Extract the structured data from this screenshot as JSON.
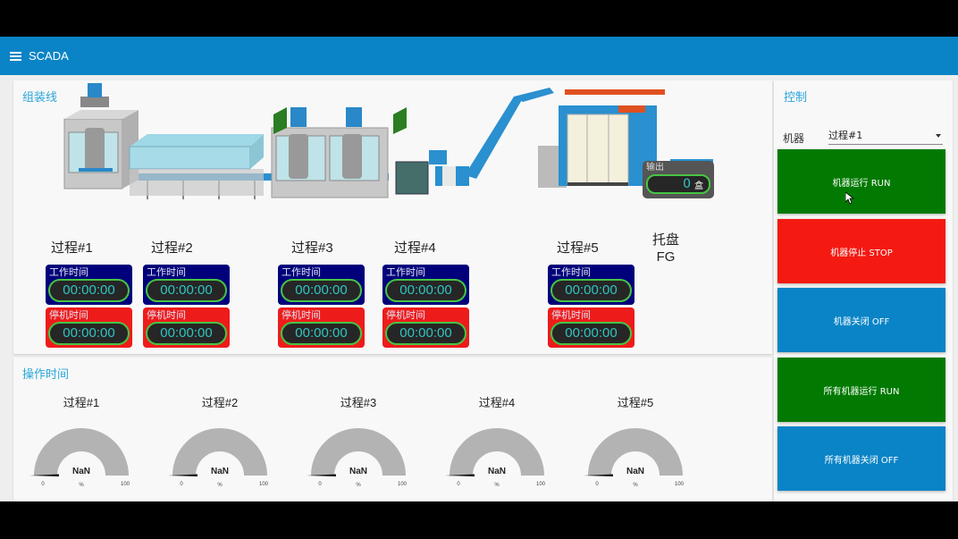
{
  "app": {
    "title": "SCADA",
    "menu_icon": "hamburger-icon"
  },
  "assembly_line": {
    "title": "组装线",
    "processes": [
      {
        "label": "过程#1",
        "work_label": "工作时间",
        "work_time": "00:00:00",
        "stop_label": "停机时间",
        "stop_time": "00:00:00"
      },
      {
        "label": "过程#2",
        "work_label": "工作时间",
        "work_time": "00:00:00",
        "stop_label": "停机时间",
        "stop_time": "00:00:00"
      },
      {
        "label": "过程#3",
        "work_label": "工作时间",
        "work_time": "00:00:00",
        "stop_label": "停机时间",
        "stop_time": "00:00:00"
      },
      {
        "label": "过程#4",
        "work_label": "工作时间",
        "work_time": "00:00:00",
        "stop_label": "停机时间",
        "stop_time": "00:00:00"
      },
      {
        "label": "过程#5",
        "work_label": "工作时间",
        "work_time": "00:00:00",
        "stop_label": "停机时间",
        "stop_time": "00:00:00"
      }
    ],
    "output": {
      "label": "输出",
      "value": "0",
      "unit": "盒"
    },
    "pallet": {
      "line1": "托盘",
      "line2": "FG"
    },
    "colors": {
      "work": "#00007a",
      "stop": "#ee1b1b",
      "timer_text": "#2fc6c2",
      "timer_border": "#47c444"
    }
  },
  "operation_time": {
    "title": "操作时间",
    "gauges": [
      {
        "label": "过程#1",
        "value": "NaN",
        "unit": "%",
        "min": "0",
        "max": "100",
        "fraction": 0
      },
      {
        "label": "过程#2",
        "value": "NaN",
        "unit": "%",
        "min": "0",
        "max": "100",
        "fraction": 0
      },
      {
        "label": "过程#3",
        "value": "NaN",
        "unit": "%",
        "min": "0",
        "max": "100",
        "fraction": 0
      },
      {
        "label": "过程#4",
        "value": "NaN",
        "unit": "%",
        "min": "0",
        "max": "100",
        "fraction": 0
      },
      {
        "label": "过程#5",
        "value": "NaN",
        "unit": "%",
        "min": "0",
        "max": "100",
        "fraction": 0
      }
    ]
  },
  "control": {
    "title": "控制",
    "machine_label": "机器",
    "machine_selected": "过程#1",
    "buttons": [
      {
        "label": "机器运行 RUN",
        "color": "#027a02"
      },
      {
        "label": "机器停止 STOP",
        "color": "#f41a12"
      },
      {
        "label": "机器关闭 OFF",
        "color": "#0a84c6"
      },
      {
        "label": "所有机器运行 RUN",
        "color": "#027a02"
      },
      {
        "label": "所有机器关闭 OFF",
        "color": "#0a84c6"
      }
    ]
  }
}
